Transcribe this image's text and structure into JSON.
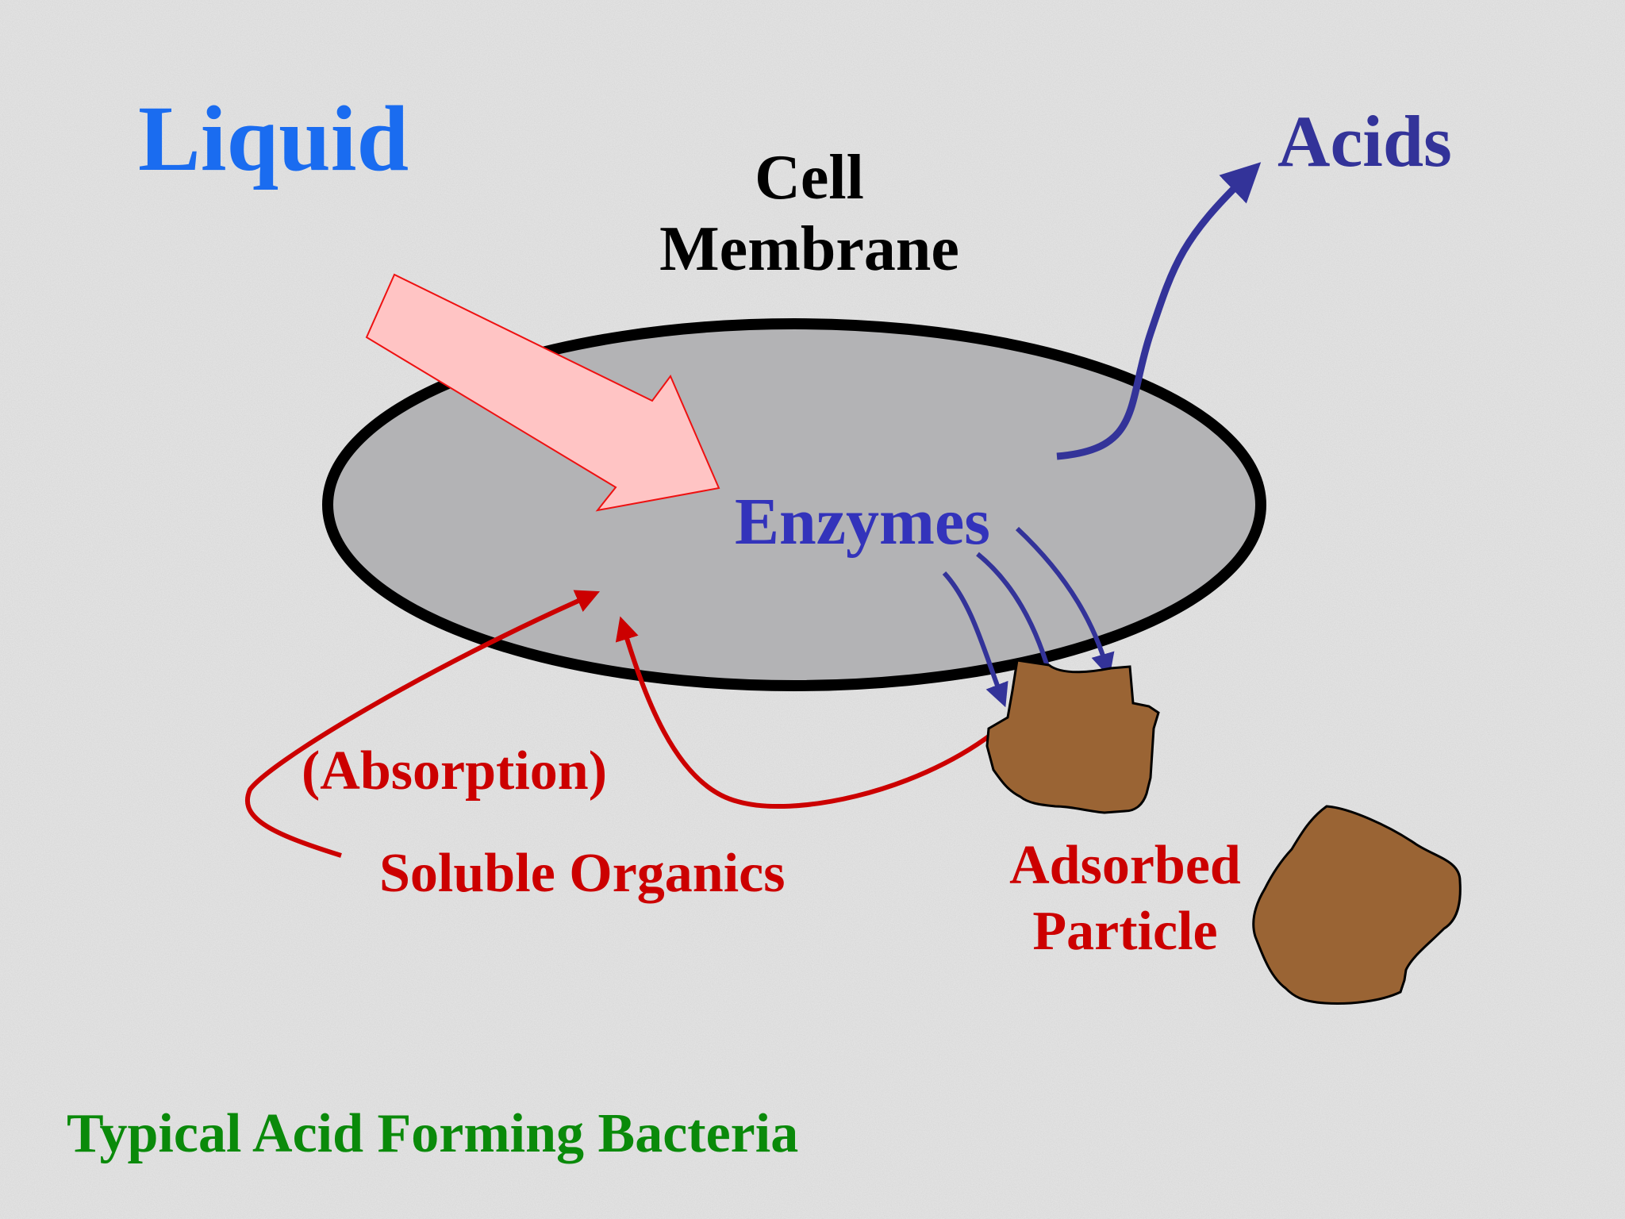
{
  "colors": {
    "background": "#e2e2e2",
    "liquid_text": "#1a6cf0",
    "acids_text": "#333399",
    "membrane_text": "#000000",
    "enzymes_text": "#3333bb",
    "organics_text": "#cc0000",
    "title_text": "#0a8a0a",
    "cell_fill": "#b3b3b5",
    "cell_stroke": "#000000",
    "big_arrow_fill": "#ffc4c4",
    "big_arrow_stroke": "#ee1111",
    "blue_arrow": "#333399",
    "red_arrow": "#cc0000",
    "particle_fill": "#9a6434",
    "particle_stroke": "#000000"
  },
  "labels": {
    "liquid": "Liquid",
    "acids": "Acids",
    "cell_membrane_line1": "Cell",
    "cell_membrane_line2": "Membrane",
    "enzymes": "Enzymes",
    "absorption": "(Absorption)",
    "soluble_organics": "Soluble Organics",
    "adsorbed_line1": "Adsorbed",
    "adsorbed_line2": "Particle"
  },
  "title": "Typical Acid Forming Bacteria",
  "icons": {
    "cell": "ellipse-cell-icon",
    "particle": "particle-blob-icon",
    "big_arrow": "wide-arrow-icon"
  }
}
